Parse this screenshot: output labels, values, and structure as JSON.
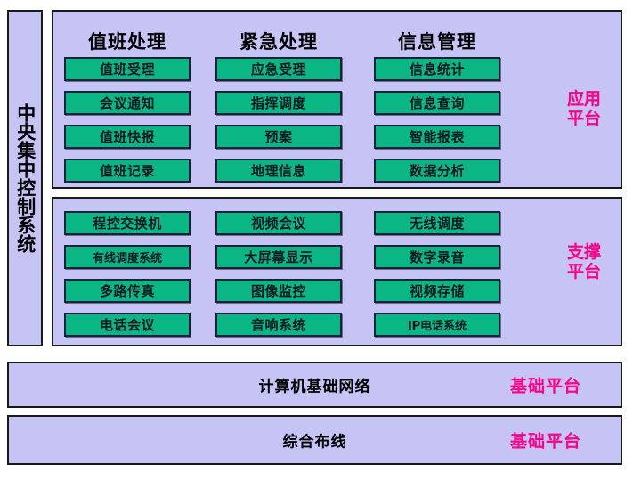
{
  "diagram": {
    "sidebar": {
      "label": "中央集中控制系统"
    },
    "panels": [
      {
        "id": "application",
        "tag": "应用\n平台",
        "columns": [
          {
            "header": "值班处理",
            "modules": [
              "值班受理",
              "会议通知",
              "值班快报",
              "值班记录"
            ]
          },
          {
            "header": "紧急处理",
            "modules": [
              "应急受理",
              "指挥调度",
              "预案",
              "地理信息"
            ]
          },
          {
            "header": "信息管理",
            "modules": [
              "信息统计",
              "信息查询",
              "智能报表",
              "数据分析"
            ]
          }
        ]
      },
      {
        "id": "support",
        "tag": "支撑\n平台",
        "columns": [
          {
            "header": "",
            "modules": [
              "程控交换机",
              "有线调度系统",
              "多路传真",
              "电话会议"
            ]
          },
          {
            "header": "",
            "modules": [
              "视频会议",
              "大屏幕显示",
              "图像监控",
              "音响系统"
            ]
          },
          {
            "header": "",
            "modules": [
              "无线调度",
              "数字录音",
              "视频存储",
              "IP电话系统"
            ]
          }
        ]
      }
    ],
    "base_bars": [
      {
        "id": "network",
        "title": "计算机基础网络",
        "tag": "基础平台"
      },
      {
        "id": "cabling",
        "title": "综合布线",
        "tag": "基础平台"
      }
    ],
    "colors": {
      "panel_background": "#c6c3f5",
      "module_green": "#0ab784",
      "border": "#1a1a1a",
      "tag_magenta": "#ec0a8c",
      "text": "#000000"
    }
  }
}
